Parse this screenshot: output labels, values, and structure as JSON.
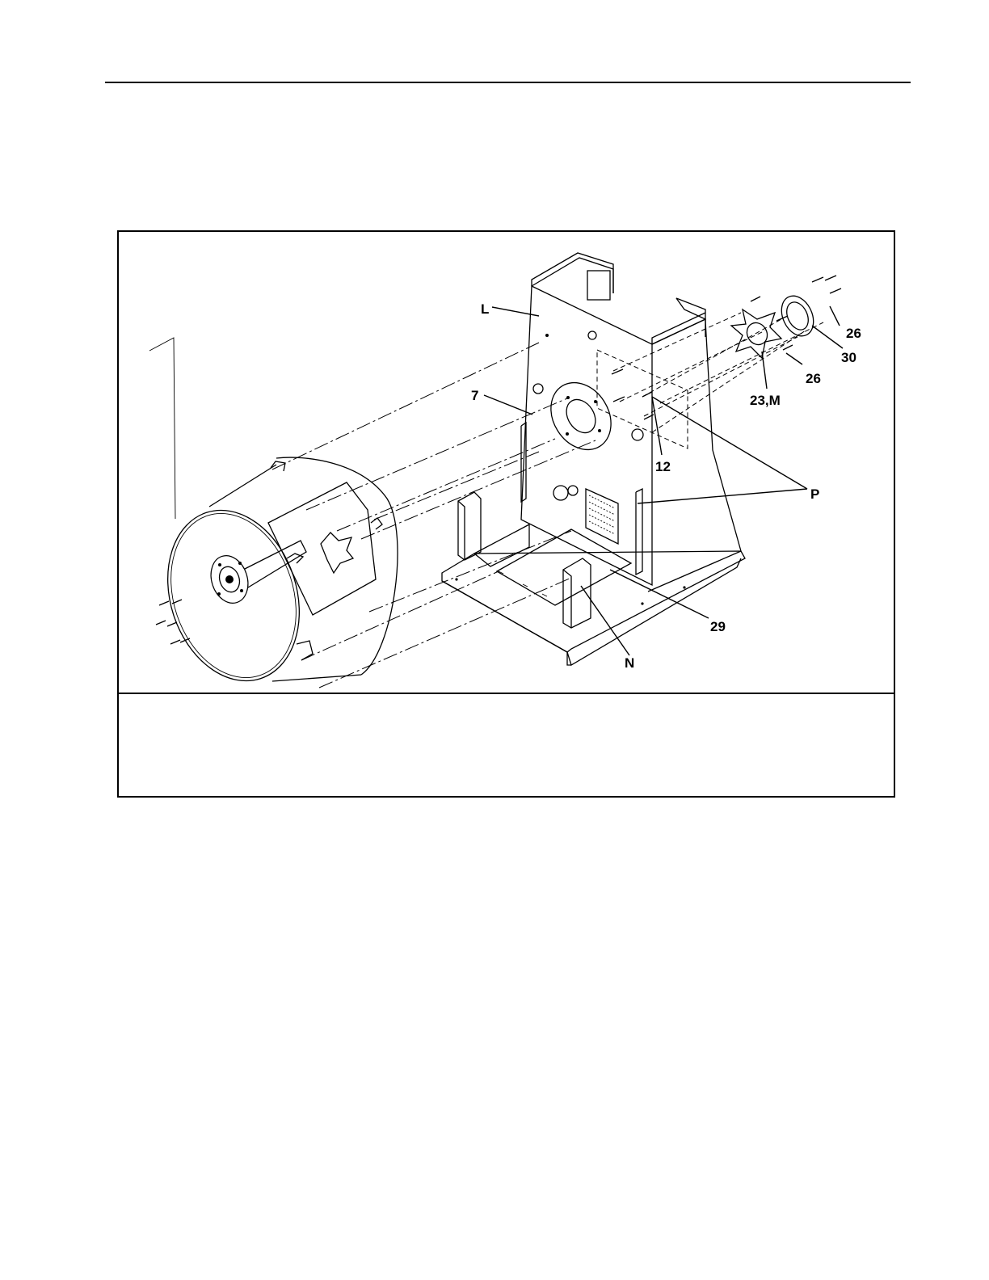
{
  "page": {
    "header_rule": true
  },
  "figure": {
    "caption": "",
    "callouts": {
      "L": "L",
      "item_7": "7",
      "item_26_upper": "26",
      "item_30": "30",
      "item_26_lower": "26",
      "item_23M": "23,M",
      "item_12": "12",
      "P": "P",
      "item_29": "29",
      "N": "N"
    }
  }
}
